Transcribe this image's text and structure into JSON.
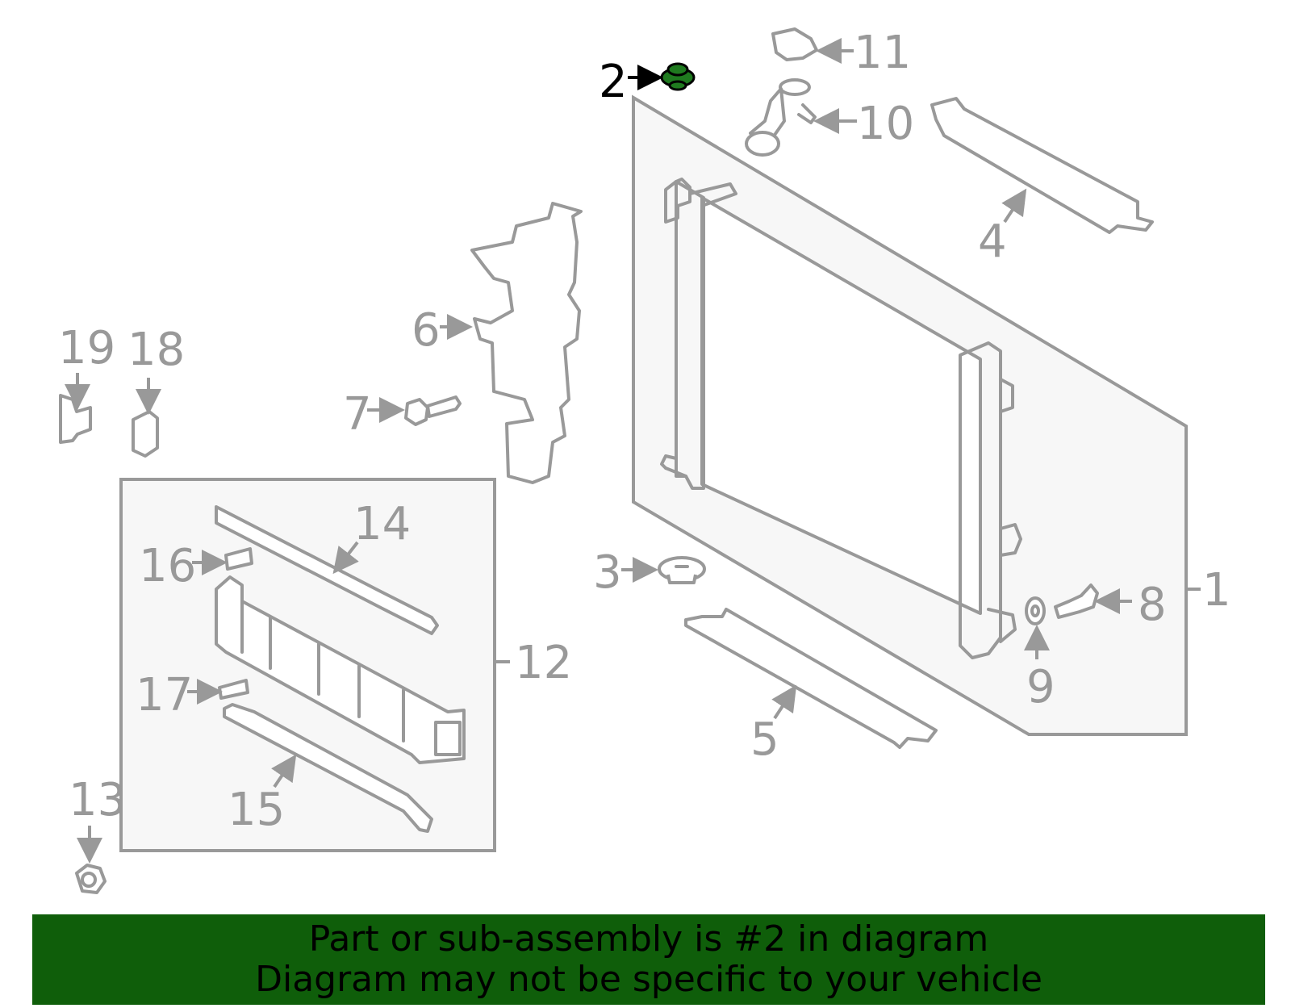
{
  "colors": {
    "highlight_fill": "#1f7a1f",
    "highlight_text": "#000000",
    "line_gray": "#999999",
    "panel_fill": "#f7f7f7",
    "banner_bg": "#0f5e0a"
  },
  "highlighted_part": "2",
  "callouts": {
    "c1": "1",
    "c2": "2",
    "c3": "3",
    "c4": "4",
    "c5": "5",
    "c6": "6",
    "c7": "7",
    "c8": "8",
    "c9": "9",
    "c10": "10",
    "c11": "11",
    "c12": "12",
    "c13": "13",
    "c14": "14",
    "c15": "15",
    "c16": "16",
    "c17": "17",
    "c18": "18",
    "c19": "19"
  },
  "banner": {
    "line1": "Part or sub-assembly is #2 in diagram",
    "line2": "Diagram may not be specific to your vehicle"
  }
}
